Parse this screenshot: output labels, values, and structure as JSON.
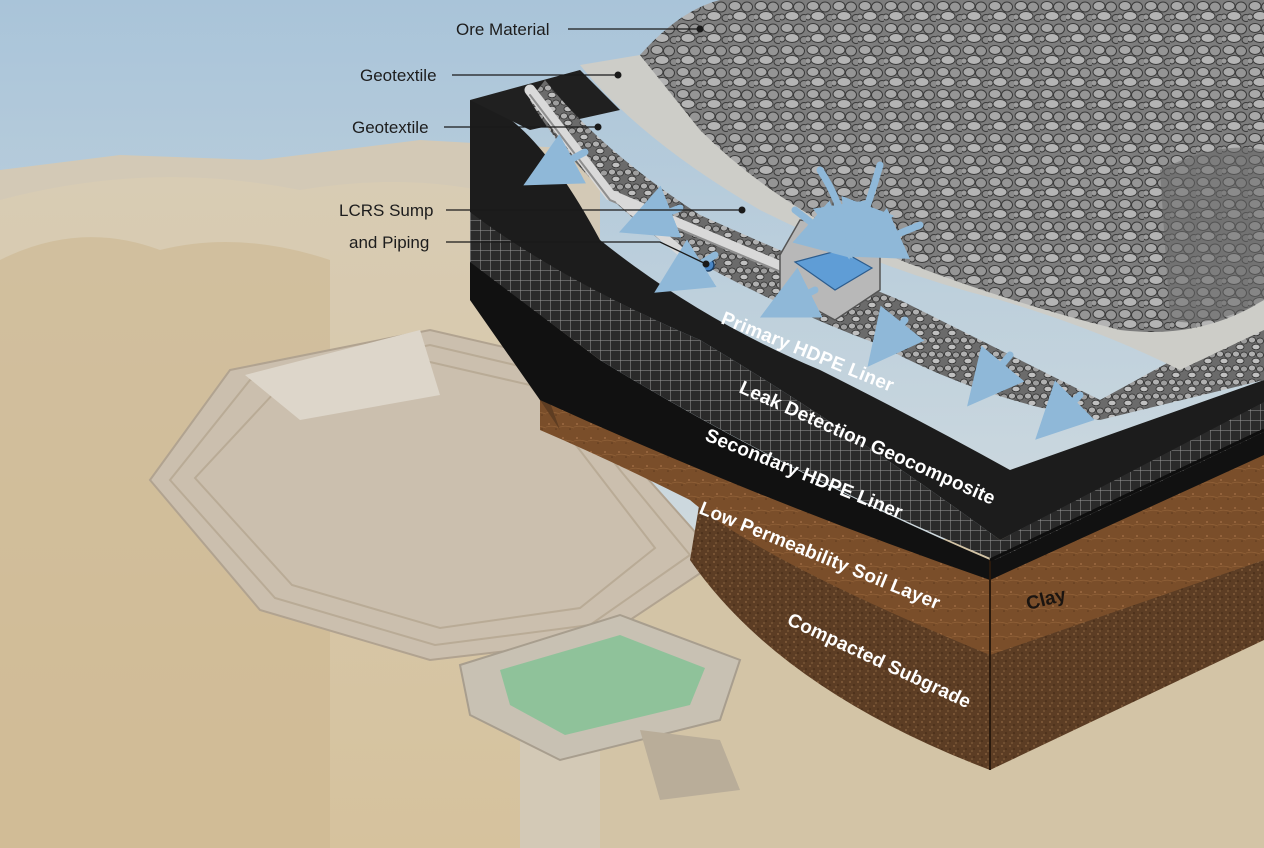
{
  "diagram": {
    "callouts": {
      "ore_material": "Ore Material",
      "geotextile_upper": "Geotextile",
      "geotextile_lower": "Geotextile",
      "lcrs_line1": "LCRS Sump",
      "lcrs_line2": "and Piping"
    },
    "layers": {
      "primary_liner": "Primary HDPE Liner",
      "leak_detection": "Leak Detection Geocomposite",
      "secondary_liner": "Secondary HDPE Liner",
      "low_permeability": "Low Permeability Soil Layer",
      "compacted_subgrade": "Compacted Subgrade",
      "clay": "Clay"
    },
    "colors": {
      "sky": "#b9cede",
      "desert": "#d9c8a6",
      "hdpe": "#151515",
      "soil": "#7a4e2a",
      "subgrade": "#5a3a22",
      "ore": "#8d8d8d",
      "geotextile": "#c9c9c4",
      "pond": "#8fc29a",
      "flow_arrow": "#8fb8d8"
    }
  }
}
